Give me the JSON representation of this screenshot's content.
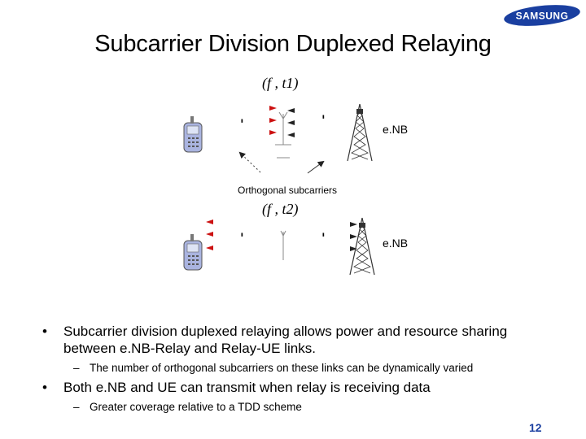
{
  "brand": "SAMSUNG",
  "title": "Subcarrier Division Duplexed Relaying",
  "diagram": {
    "top_label": "(f , t1)",
    "bottom_label": "(f , t2)",
    "enb_label_top": "e.NB",
    "enb_label_bottom": "e.NB",
    "middle_label": "Orthogonal subcarriers",
    "colors": {
      "red_arrow": "#cc1111",
      "dark_arrow": "#222222",
      "phone_blue": "#9aa8d8"
    }
  },
  "bullets": [
    {
      "text_line1": "Subcarrier division duplexed relaying allows power and resource sharing",
      "text_line2": "between e.NB-Relay and Relay-UE links.",
      "sub": "The number of orthogonal subcarriers on these links can be dynamically varied"
    },
    {
      "text_line1": "Both e.NB and UE can transmit when relay is receiving data",
      "sub": "Greater coverage relative to a TDD scheme"
    }
  ],
  "bullet_marker": "•",
  "sub_marker": "–",
  "page_number": "12"
}
